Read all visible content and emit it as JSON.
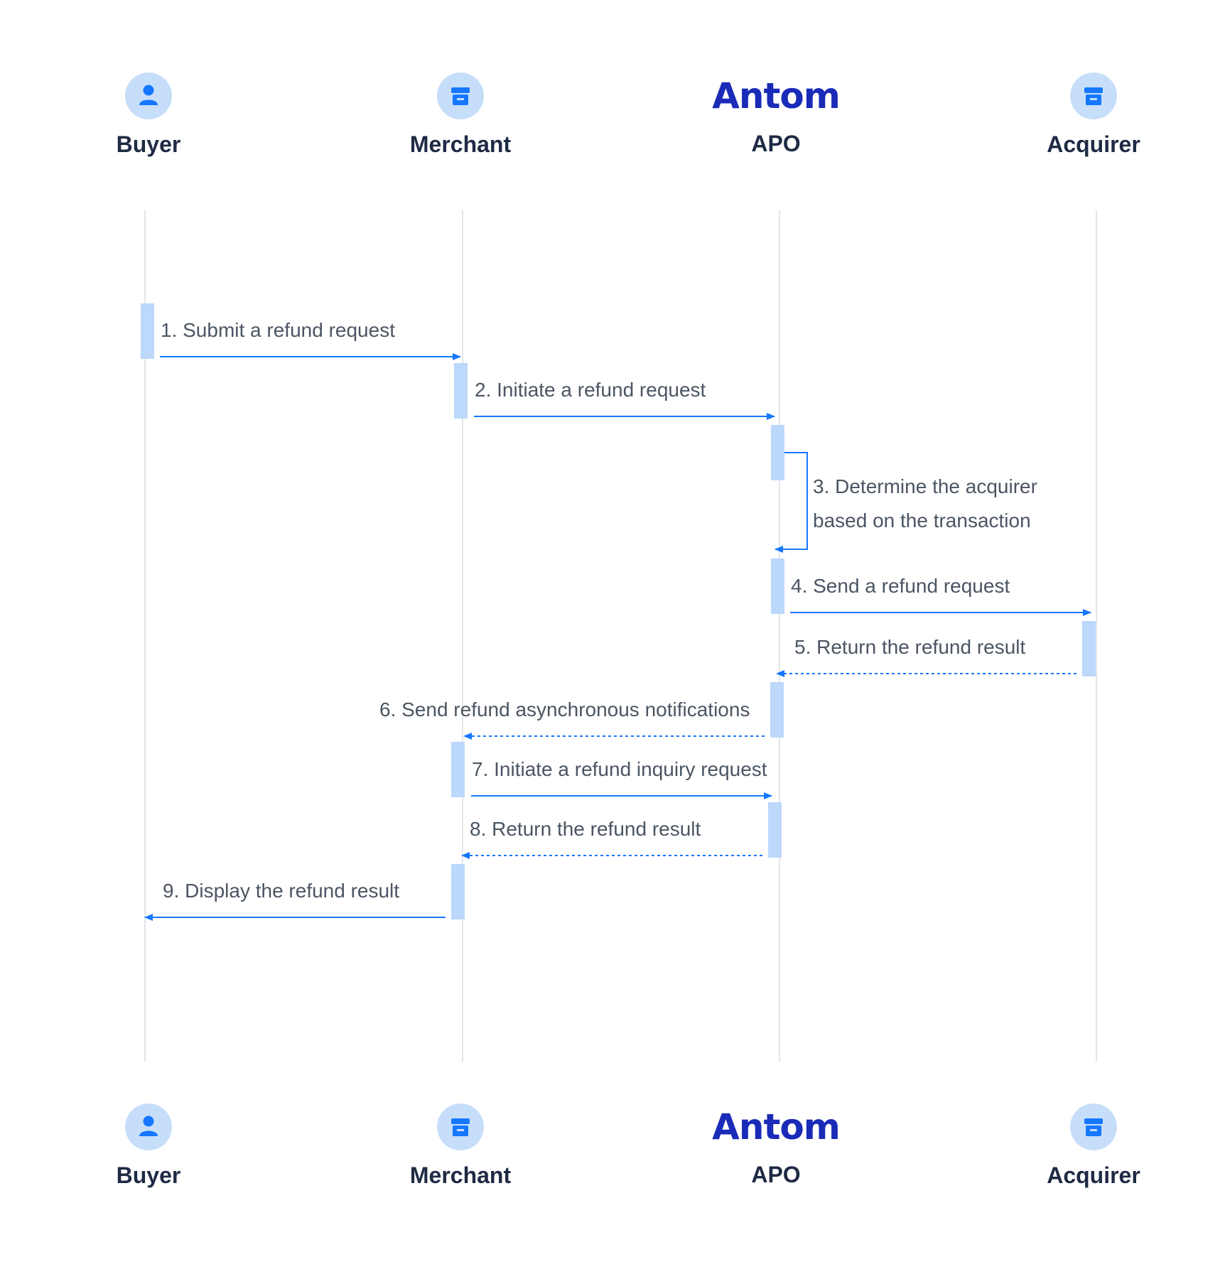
{
  "participants": [
    {
      "key": "buyer",
      "label": "Buyer",
      "icon": "user-icon"
    },
    {
      "key": "merchant",
      "label": "Merchant",
      "icon": "store-icon"
    },
    {
      "key": "apo",
      "label": "APO",
      "icon": "antom-logo",
      "brand": "Antom"
    },
    {
      "key": "acquirer",
      "label": "Acquirer",
      "icon": "store-icon"
    }
  ],
  "messages": [
    {
      "text": "1. Submit a refund request",
      "from": "buyer",
      "to": "merchant",
      "style": "solid"
    },
    {
      "text": "2. Initiate a refund request",
      "from": "merchant",
      "to": "apo",
      "style": "solid"
    },
    {
      "text": "3. Determine the acquirer",
      "text2": "based on the transaction",
      "from": "apo",
      "to": "apo",
      "style": "solid"
    },
    {
      "text": "4. Send a refund request",
      "from": "apo",
      "to": "acquirer",
      "style": "solid"
    },
    {
      "text": "5. Return the refund result",
      "from": "acquirer",
      "to": "apo",
      "style": "dashed"
    },
    {
      "text": "6. Send refund asynchronous notifications",
      "from": "apo",
      "to": "merchant",
      "style": "dashed"
    },
    {
      "text": "7. Initiate a refund inquiry request",
      "from": "merchant",
      "to": "apo",
      "style": "solid"
    },
    {
      "text": "8. Return the refund result",
      "from": "apo",
      "to": "merchant",
      "style": "dashed"
    },
    {
      "text": "9. Display the refund result",
      "from": "merchant",
      "to": "buyer",
      "style": "solid"
    }
  ],
  "colors": {
    "accent": "#1677ff",
    "activation": "#bcd8fb",
    "icon_bg": "#c7defa",
    "icon_fg": "#1677ff",
    "brand": "#1a2bb8",
    "label": "#1f2a44",
    "message_text": "#4b5563",
    "lifeline": "#e3e6ea"
  }
}
